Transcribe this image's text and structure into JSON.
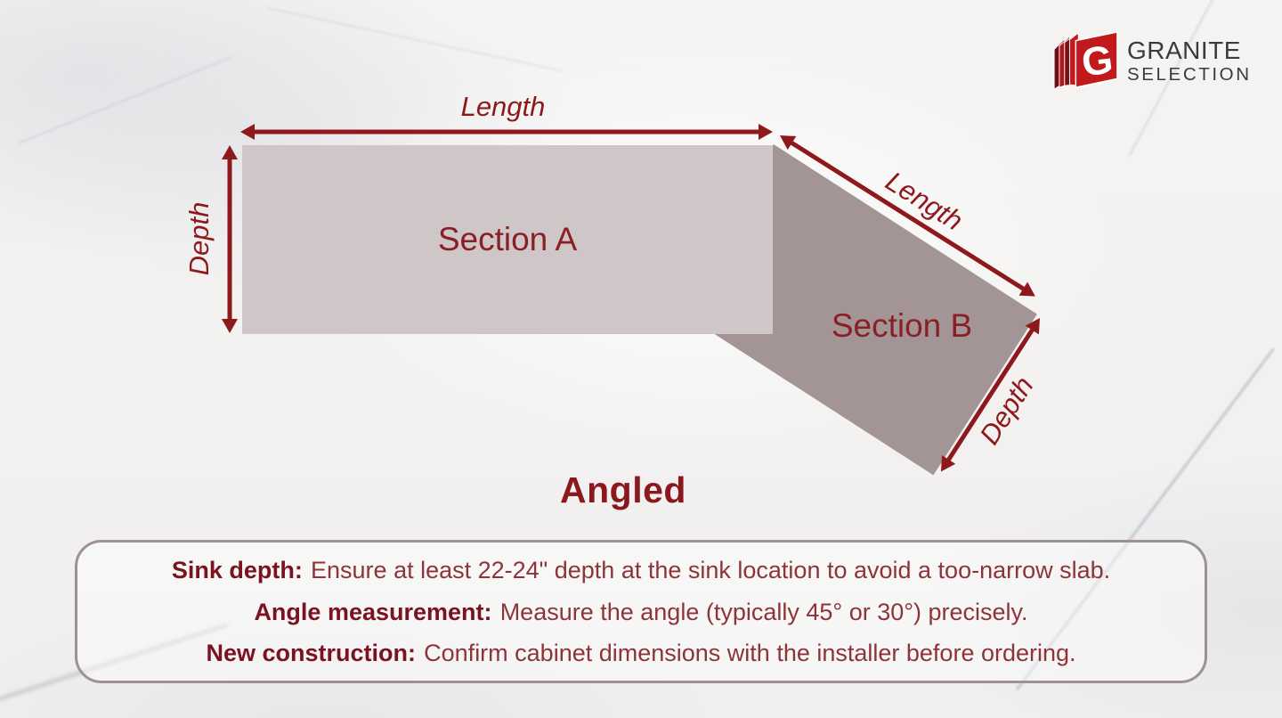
{
  "logo": {
    "line1": "GRANITE",
    "line2": "SELECTION"
  },
  "diagram": {
    "title": "Angled",
    "section_a": {
      "label": "Section A",
      "length_label": "Length",
      "depth_label": "Depth"
    },
    "section_b": {
      "label": "Section B",
      "length_label": "Length",
      "depth_label": "Depth"
    }
  },
  "info_box": {
    "lines": [
      {
        "label": "Sink depth:",
        "text": "Ensure at least 22-24\" depth at the sink location to avoid a too-narrow slab."
      },
      {
        "label": "Angle measurement:",
        "text": "Measure the angle (typically 45° or 30°) precisely."
      },
      {
        "label": "New construction:",
        "text": "Confirm cabinet dimensions with the installer before ordering."
      }
    ]
  },
  "colors": {
    "accent_red": "#8e191c",
    "title_red": "#8b181c",
    "label_bold_red": "#7a1220",
    "body_text_red": "#8e3439",
    "section_a_fill": "#cfc6c7",
    "section_b_fill": "#a39596",
    "box_border": "#9d9194",
    "background": "#f3f2f1",
    "logo_red": "#c2191d",
    "logo_dark_red": "#6d0f12",
    "logo_text": "#3d3a3a"
  }
}
